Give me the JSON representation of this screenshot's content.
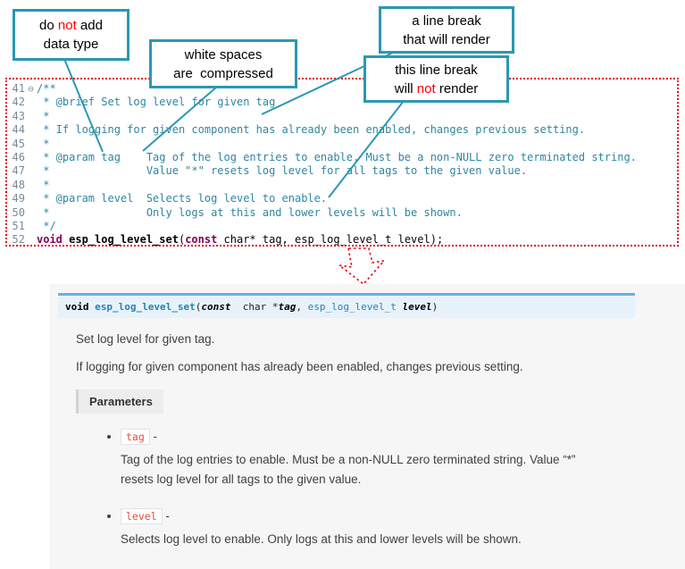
{
  "colors": {
    "callout_border": "#2a98b4",
    "annotation_red": "#e30613",
    "not_red": "#fb0007",
    "comment_text": "#2e86a1",
    "keyword": "#7f0055",
    "link_teal": "#2980b9",
    "sig_background": "#e7f2fa",
    "sig_top_border": "#6ab0de",
    "inline_literal": "#e74c3c"
  },
  "callouts": {
    "box1": {
      "l1a": "do ",
      "l1b": "not",
      "l1c": " add",
      "l2": "data type"
    },
    "box2": {
      "l1": "white spaces",
      "l2": "are  compressed"
    },
    "box3": {
      "l1": "a line break",
      "l2": "that will render"
    },
    "box4": {
      "l1": "this line break",
      "l2a": "will ",
      "l2b": "not",
      "l2c": " render"
    }
  },
  "code": {
    "lines": [
      {
        "num": "41",
        "fold": "⊖",
        "text": "/**"
      },
      {
        "num": "42",
        "text": " * @brief Set log level for given tag"
      },
      {
        "num": "43",
        "text": " *"
      },
      {
        "num": "44",
        "text": " * If logging for given component has already been enabled, changes previous setting."
      },
      {
        "num": "45",
        "text": " *"
      },
      {
        "num": "46",
        "text": " * @param tag    Tag of the log entries to enable. Must be a non-NULL zero terminated string."
      },
      {
        "num": "47",
        "text": " *               Value \"*\" resets log level for all tags to the given value."
      },
      {
        "num": "48",
        "text": " *"
      },
      {
        "num": "49",
        "text": " * @param level  Selects log level to enable."
      },
      {
        "num": "50",
        "text": " *               Only logs at this and lower levels will be shown."
      },
      {
        "num": "51",
        "text": " */"
      },
      {
        "num": "52"
      }
    ],
    "decl": {
      "kw1": "void ",
      "name": "esp_log_level_set",
      "open": "(",
      "kw2": "const",
      "rest": " char* tag, esp_log_level_t level);"
    }
  },
  "doc": {
    "sig": {
      "kw_void": "void ",
      "name": "esp_log_level_set",
      "open": "(",
      "kw_const": "const",
      "sp": "  char *",
      "arg1": "tag",
      "comma": ", ",
      "type2": "esp_log_level_t",
      "sp2": " ",
      "arg2": "level",
      "close": ")"
    },
    "p1": "Set log level for given tag.",
    "p2": "If logging for given component has already been enabled, changes previous setting.",
    "params_label": "Parameters",
    "items": [
      {
        "term": "tag",
        "dash": " -",
        "desc": "Tag of the log entries to enable. Must be a non-NULL zero terminated string. Value “*” resets log level for all tags to the given value."
      },
      {
        "term": "level",
        "dash": " -",
        "desc": "Selects log level to enable. Only logs at this and lower levels will be shown."
      }
    ]
  }
}
